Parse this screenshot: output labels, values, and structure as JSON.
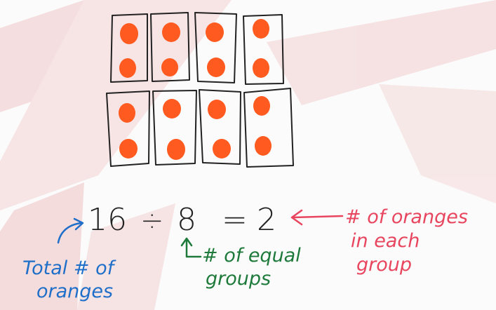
{
  "equation": {
    "dividend": "16",
    "divide_sign": "÷",
    "divisor": "8",
    "equals_sign": "=",
    "quotient": "2"
  },
  "labels": {
    "total": {
      "line1": "Total # of",
      "line2": "oranges",
      "color": "#1f6fc9"
    },
    "groups": {
      "line1": "# of equal",
      "line2": "groups",
      "color": "#1e7a3a"
    },
    "each": {
      "line1": "# of oranges",
      "line2": "in each",
      "line3": "group",
      "color": "#e8455f"
    }
  },
  "colors": {
    "orange": "#ff5a1f",
    "ink": "#222222",
    "watermark": "#e9b0b3"
  },
  "array": {
    "rows": 2,
    "groups_per_row": 4,
    "oranges_per_group": 2
  }
}
